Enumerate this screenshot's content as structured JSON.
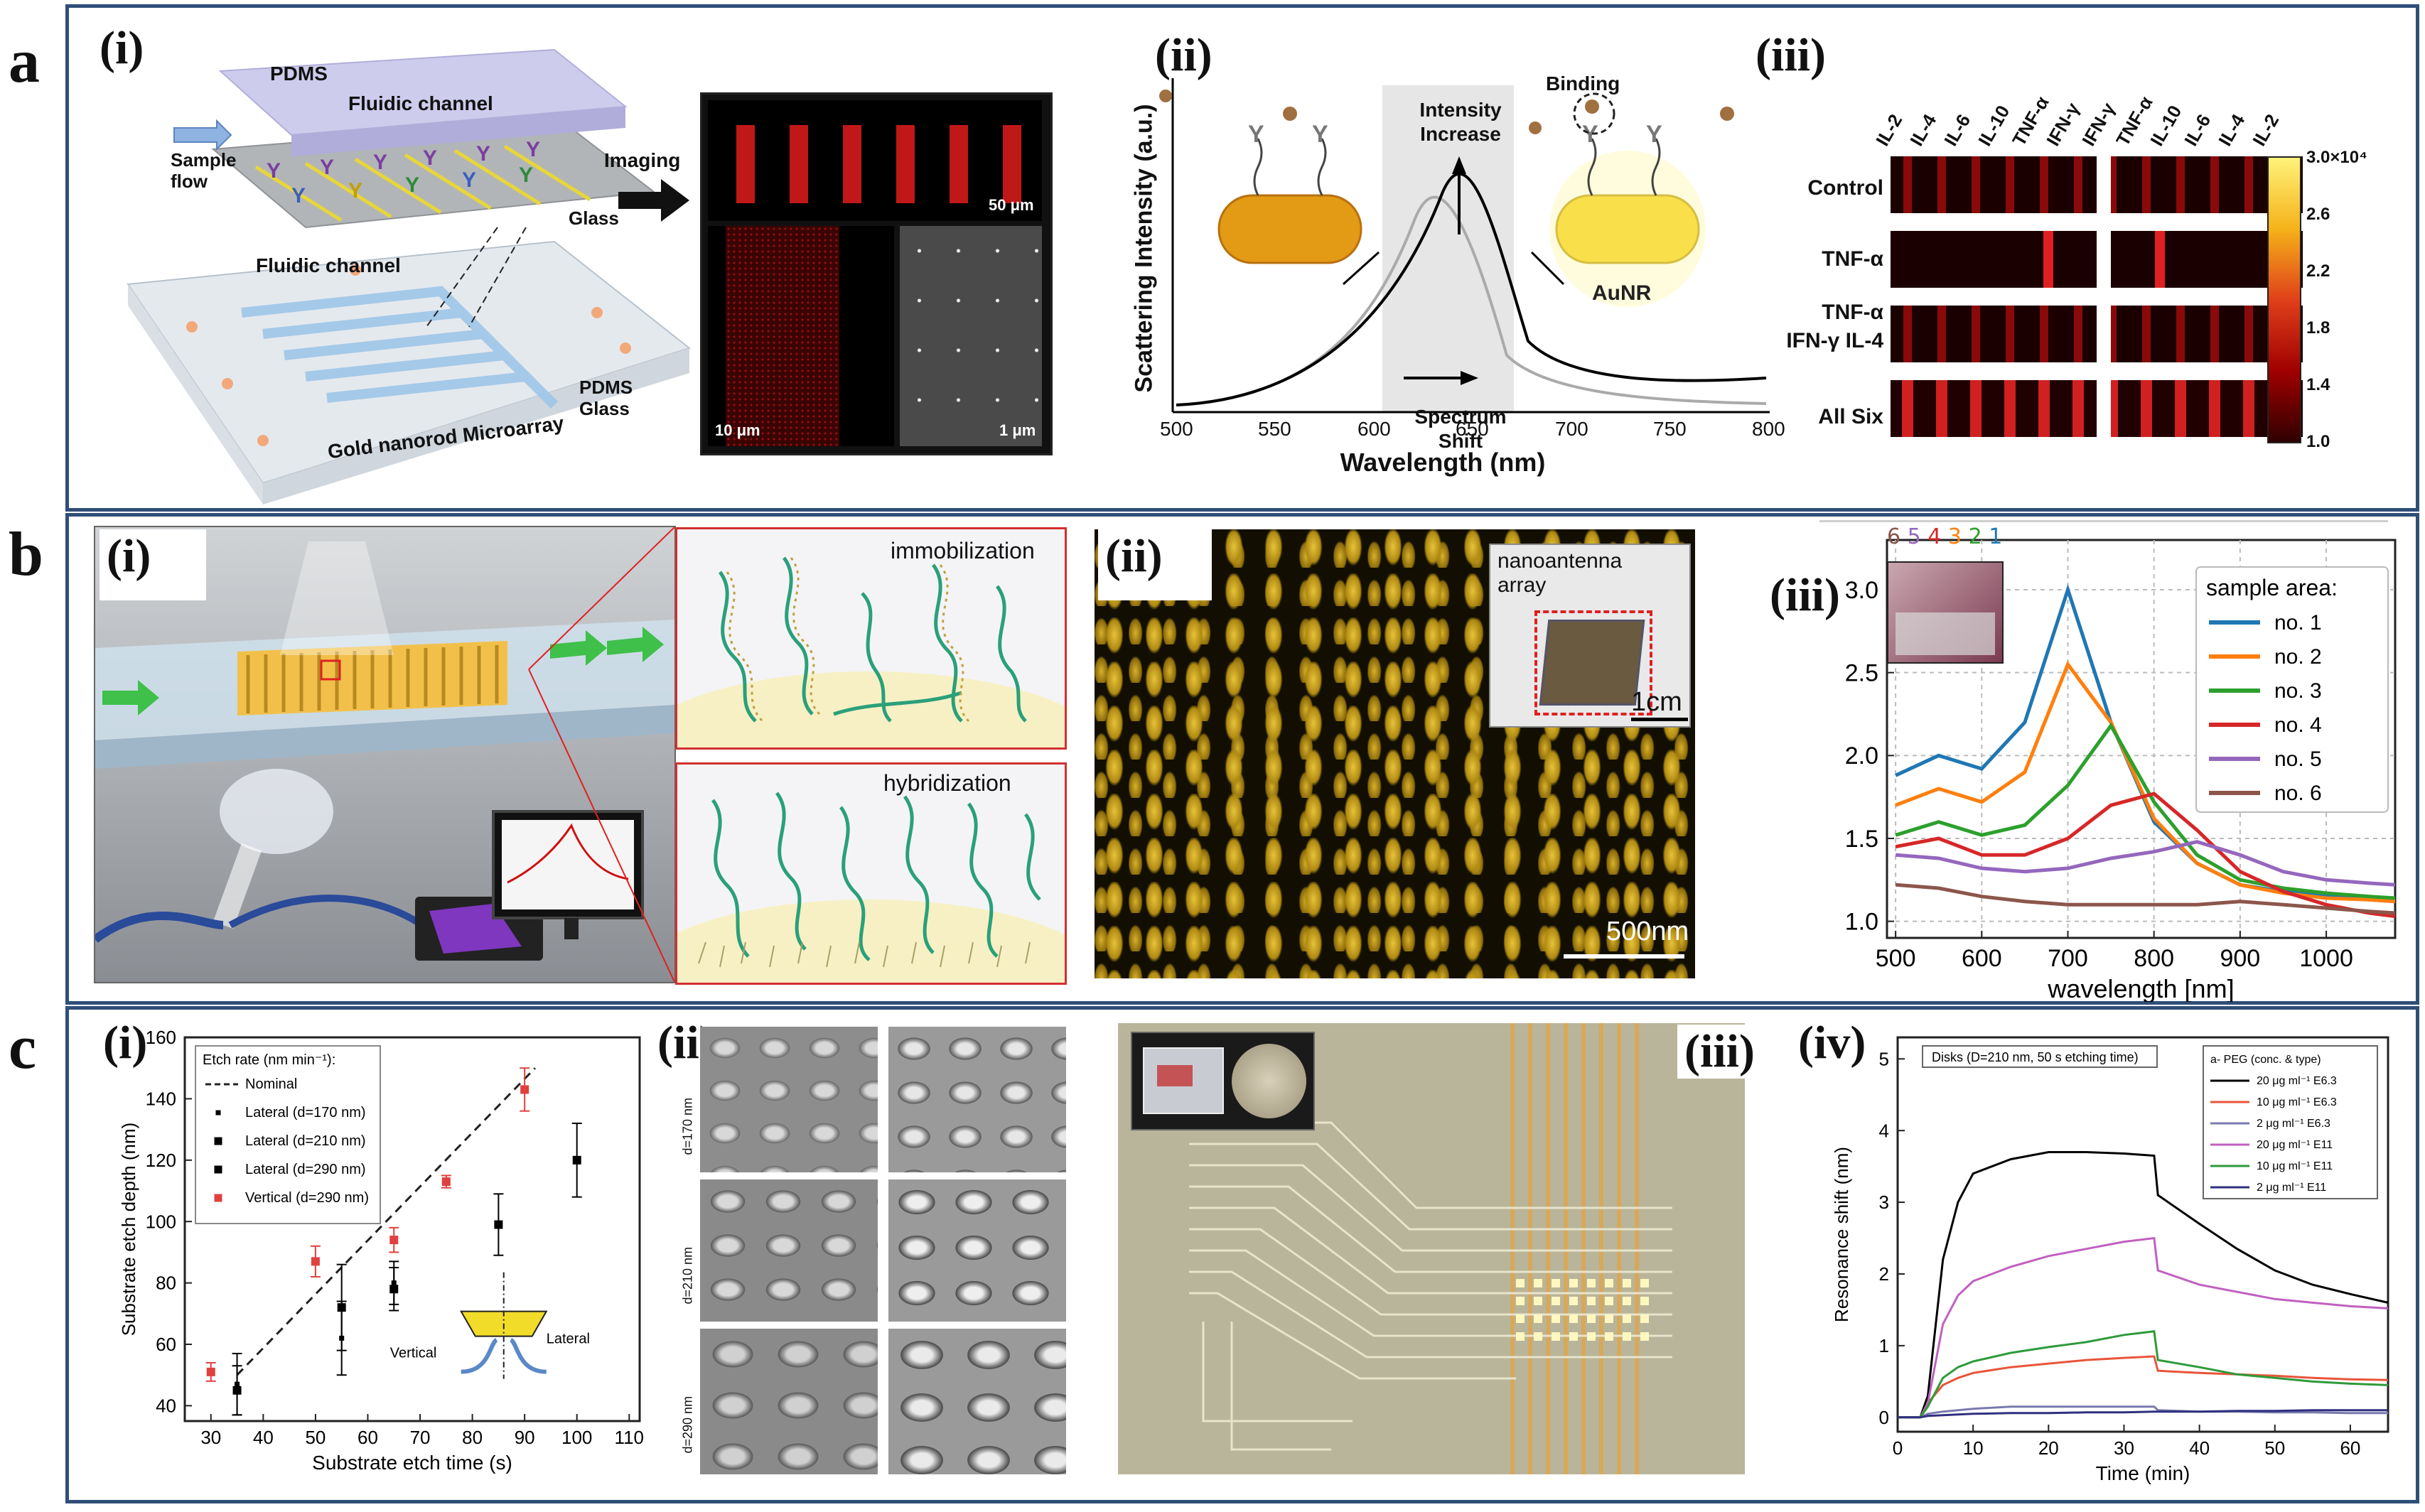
{
  "rows": [
    {
      "letter": "a"
    },
    {
      "letter": "b"
    },
    {
      "letter": "c"
    }
  ],
  "a": {
    "labels": [
      "(i)",
      "(ii)",
      "(iii)"
    ],
    "i": {
      "texts": [
        "PDMS",
        "Fluidic channel",
        "Sample flow",
        "Glass",
        "Fluidic channel",
        "PDMS",
        "Glass",
        "Gold nanorod Microarray",
        "Imaging"
      ],
      "scalebars": [
        "50 μm",
        "10 μm",
        "1 μm"
      ]
    },
    "ii": {
      "ylabel": "Scattering Intensity (a.u.)",
      "xlabel": "Wavelength (nm)",
      "xticks": [
        "500",
        "550",
        "600",
        "650",
        "700",
        "750",
        "800"
      ],
      "annotations": [
        "Intensity Increase",
        "Spectrum Shift",
        "Binding"
      ],
      "particle_label": "AuNR"
    },
    "iii": {
      "col_labels_left": [
        "IL-2",
        "IL-4",
        "IL-6",
        "IL-10",
        "TNF-α",
        "IFN-γ"
      ],
      "col_labels_right": [
        "IFN-γ",
        "TNF-α",
        "IL-10",
        "IL-6",
        "IL-4",
        "IL-2"
      ],
      "row_labels": [
        "Control",
        "TNF-α",
        "TNF-α IFN-γ IL-4",
        "All Six"
      ],
      "colorbar_ticks": [
        "3.0×10⁴",
        "2.6",
        "2.2",
        "1.8",
        "1.4",
        "1.0"
      ]
    }
  },
  "b": {
    "labels": [
      "(i)",
      "(ii)",
      "(iii)"
    ],
    "i": {
      "texts": [
        "immobilization",
        "hybridization"
      ]
    },
    "ii": {
      "inset_text": "nanoantenna array",
      "inset_scale": "1cm",
      "scalebar": "500nm"
    },
    "iii": {
      "inset_numbers": [
        "6",
        "5",
        "4",
        "3",
        "2",
        "1"
      ],
      "colors": {
        "no1": "#1f77b4",
        "no2": "#ff7f0e",
        "no3": "#2ca02c",
        "no4": "#d62728",
        "no5": "#9467bd",
        "no6": "#8c564b"
      }
    }
  },
  "c": {
    "labels": [
      "(i)",
      "(ii)",
      "(iii)",
      "(iv)"
    ],
    "i": {
      "inset_labels": [
        "Vertical",
        "Lateral"
      ]
    },
    "ii": {
      "row_labels": [
        "d=170 nm",
        "d=210 nm",
        "d=290 nm"
      ]
    },
    "iv": {}
  },
  "chart_data": [
    {
      "type": "line",
      "panel": "b(iii)",
      "xlabel": "wavelength [nm]",
      "xticks": [
        "500",
        "600",
        "700",
        "800",
        "900",
        "1000"
      ],
      "yticks": [
        "1.0",
        "1.5",
        "2.0",
        "2.5",
        "3.0"
      ],
      "xlim": [
        490,
        1080
      ],
      "ylim": [
        0.9,
        3.3
      ],
      "grid": true,
      "legend_position": "top-right",
      "legend_title": "sample area:",
      "x": [
        500,
        550,
        600,
        650,
        700,
        750,
        800,
        850,
        900,
        950,
        1000,
        1050,
        1080
      ],
      "series": [
        {
          "name": "no. 1",
          "color": "#1f77b4",
          "values": [
            1.88,
            2.0,
            1.92,
            2.2,
            3.0,
            2.2,
            1.6,
            1.35,
            1.22,
            1.18,
            1.15,
            1.13,
            1.12
          ]
        },
        {
          "name": "no. 2",
          "color": "#ff7f0e",
          "values": [
            1.7,
            1.8,
            1.72,
            1.9,
            2.55,
            2.2,
            1.62,
            1.35,
            1.22,
            1.17,
            1.14,
            1.13,
            1.12
          ]
        },
        {
          "name": "no. 3",
          "color": "#2ca02c",
          "values": [
            1.52,
            1.6,
            1.52,
            1.58,
            1.82,
            2.18,
            1.72,
            1.4,
            1.25,
            1.2,
            1.17,
            1.15,
            1.14
          ]
        },
        {
          "name": "no. 4",
          "color": "#d62728",
          "values": [
            1.45,
            1.5,
            1.4,
            1.4,
            1.5,
            1.7,
            1.77,
            1.55,
            1.3,
            1.18,
            1.1,
            1.05,
            1.03
          ]
        },
        {
          "name": "no. 5",
          "color": "#9467bd",
          "values": [
            1.4,
            1.38,
            1.32,
            1.3,
            1.32,
            1.38,
            1.42,
            1.48,
            1.4,
            1.3,
            1.25,
            1.23,
            1.22
          ]
        },
        {
          "name": "no. 6",
          "color": "#8c564b",
          "values": [
            1.22,
            1.2,
            1.15,
            1.12,
            1.1,
            1.1,
            1.1,
            1.1,
            1.12,
            1.1,
            1.08,
            1.06,
            1.05
          ]
        }
      ]
    },
    {
      "type": "scatter",
      "panel": "c(i)",
      "xlabel": "Substrate etch time (s)",
      "ylabel": "Substrate etch depth (nm)",
      "xticks": [
        "30",
        "40",
        "50",
        "60",
        "70",
        "80",
        "90",
        "100",
        "110"
      ],
      "yticks": [
        "40",
        "60",
        "80",
        "100",
        "120",
        "140",
        "160"
      ],
      "xlim": [
        25,
        112
      ],
      "ylim": [
        35,
        160
      ],
      "legend_title": "Etch rate (nm min⁻¹):",
      "series": [
        {
          "name": "Nominal",
          "style": "dashed",
          "points": [
            [
              35,
              50
            ],
            [
              92,
              150
            ]
          ]
        },
        {
          "name": "Lateral (d=170 nm)",
          "marker": "small-square",
          "color": "#000000",
          "points": [
            [
              35,
              47,
              10
            ],
            [
              55,
              62,
              12
            ],
            [
              65,
              80,
              7
            ]
          ]
        },
        {
          "name": "Lateral (d=210 nm)",
          "marker": "square",
          "color": "#000000",
          "points": [
            [
              35,
              45,
              8
            ],
            [
              55,
              72,
              14
            ],
            [
              65,
              78,
              7
            ]
          ]
        },
        {
          "name": "Lateral (d=290 nm)",
          "marker": "square",
          "color": "#000000",
          "points": [
            [
              85,
              99,
              10
            ],
            [
              100,
              120,
              12
            ]
          ]
        },
        {
          "name": "Vertical (d=290 nm)",
          "marker": "square",
          "color": "#e04040",
          "points": [
            [
              30,
              51,
              3
            ],
            [
              50,
              87,
              5
            ],
            [
              65,
              94,
              4
            ],
            [
              75,
              113,
              2
            ],
            [
              90,
              143,
              7
            ]
          ]
        }
      ]
    },
    {
      "type": "line",
      "panel": "c(iv)",
      "title": "Disks (D=210 nm, 50 s etching time)",
      "xlabel": "Time (min)",
      "ylabel": "Resonance shift (nm)",
      "xticks": [
        "0",
        "10",
        "20",
        "30",
        "40",
        "50",
        "60"
      ],
      "yticks": [
        "0",
        "1",
        "2",
        "3",
        "4",
        "5"
      ],
      "xlim": [
        0,
        65
      ],
      "ylim": [
        -0.2,
        5.3
      ],
      "legend_title": "a- PEG (conc. & type)",
      "legend_position": "top-right",
      "x": [
        0,
        3,
        4,
        6,
        8,
        10,
        15,
        20,
        25,
        30,
        34,
        34.5,
        40,
        45,
        50,
        55,
        60,
        65
      ],
      "series": [
        {
          "name": "20 μg ml⁻¹ E6.3",
          "color": "#000000",
          "values": [
            0,
            0,
            0.3,
            2.2,
            3.0,
            3.4,
            3.6,
            3.7,
            3.7,
            3.68,
            3.65,
            3.1,
            2.7,
            2.35,
            2.05,
            1.85,
            1.72,
            1.6
          ]
        },
        {
          "name": "10 μg ml⁻¹ E6.3",
          "color": "#e8553a",
          "values": [
            0,
            0,
            0.2,
            0.45,
            0.55,
            0.62,
            0.7,
            0.75,
            0.8,
            0.83,
            0.85,
            0.65,
            0.62,
            0.6,
            0.58,
            0.55,
            0.53,
            0.52
          ]
        },
        {
          "name": "2 μg ml⁻¹ E6.3",
          "color": "#7a7ab0",
          "values": [
            0,
            0,
            0.05,
            0.08,
            0.1,
            0.12,
            0.15,
            0.15,
            0.15,
            0.15,
            0.15,
            0.1,
            0.08,
            0.08,
            0.07,
            0.07,
            0.06,
            0.06
          ]
        },
        {
          "name": "20 μg ml⁻¹ E11",
          "color": "#c060c0",
          "values": [
            0,
            0,
            0.2,
            1.3,
            1.7,
            1.9,
            2.1,
            2.25,
            2.35,
            2.45,
            2.5,
            2.05,
            1.85,
            1.75,
            1.65,
            1.6,
            1.55,
            1.52
          ]
        },
        {
          "name": "10 μg ml⁻¹ E11",
          "color": "#2e9a3a",
          "values": [
            0,
            0,
            0.15,
            0.55,
            0.7,
            0.78,
            0.9,
            0.98,
            1.05,
            1.15,
            1.2,
            0.8,
            0.7,
            0.6,
            0.55,
            0.5,
            0.47,
            0.45
          ]
        },
        {
          "name": "2 μg ml⁻¹ E11",
          "color": "#303080",
          "values": [
            0,
            0,
            0.02,
            0.03,
            0.04,
            0.05,
            0.06,
            0.06,
            0.07,
            0.07,
            0.08,
            0.08,
            0.08,
            0.09,
            0.09,
            0.1,
            0.1,
            0.1
          ]
        }
      ]
    }
  ]
}
